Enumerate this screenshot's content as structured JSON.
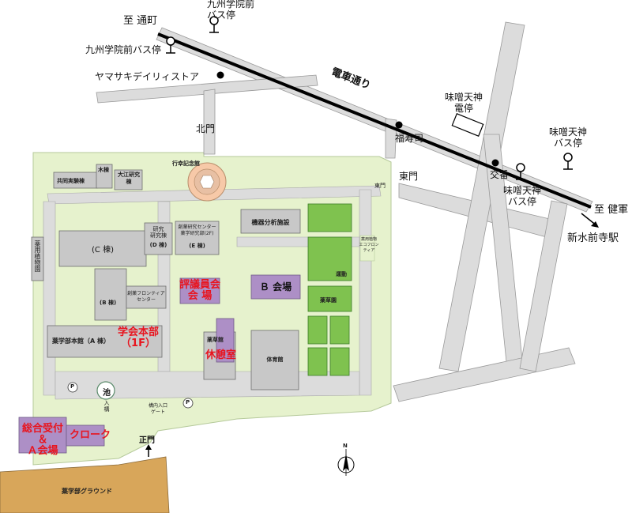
{
  "colors": {
    "campus": "#e6f2cd",
    "campus_edge": "#b5c99a",
    "road": "#dcdcdc",
    "road_edge": "#9a9a9a",
    "building": "#c8c8c8",
    "building_edge": "#6f6f6f",
    "venue": "#ad8fc6",
    "venue_edge": "#6e5a86",
    "field": "#7fc24f",
    "field_edge": "#3d7d28",
    "ground": "#d8a65a",
    "ground_edge": "#8a6a3a",
    "accent_red": "#e8141e",
    "tram_line": "#000000"
  },
  "street_labels": {
    "to_tsuboi": "至 通町",
    "tram_street": "電車通り",
    "to_kengun": "至 健軍",
    "shinsuizenji_station": "新水前寺駅"
  },
  "landmarks": {
    "bus_stop_kyushu_gakuin_top": "九州学院前\nバス停",
    "bus_stop_kyushu_gakuin_left": "九州学院前バス停",
    "yamasaki_store": "ヤマサキデイリィストア",
    "tram_stop": "味噌天神\n電停",
    "bus_stop_misoten_right": "味噌天神\nバス停",
    "bus_stop_misoten_lower": "味噌天神\nバス停",
    "fukujushi": "福寿司",
    "police_box": "交番"
  },
  "gates": {
    "north_gate": "北門",
    "east_gate": "東門",
    "east_gate_small": "東門",
    "main_gate": "正門"
  },
  "buildings": {
    "memorial_hall": "行幸記念館",
    "joint_lab": "共同実験棟",
    "wood_building": "木棟",
    "oe_lab": "大江研究\n棟",
    "c_building": "(C 棟)",
    "d_building": "(D 棟)",
    "d_detail": "研究\n研究棟",
    "e_building": "(E 棟)",
    "e_detail": "創薬研究センター\n薬学研究部(2F)",
    "instrument": "機器分析施設",
    "b_building": "(B 棟)",
    "frontier": "創薬フロンティア\nセンター",
    "main_building": "薬学部本館（A 棟）",
    "gym": "体育館",
    "kuyoukan": "薬草館",
    "zone_label": "運動",
    "hall_2": "薬草園",
    "pond": "池",
    "medicinal_garden_long": "薬用植物園",
    "eco_frontier": "薬用植物\nエコフロンティア",
    "ground": "薬学部グラウンド"
  },
  "venues": {
    "hq": "学会本部\n（1F）",
    "committee_room": "評議員会\n会 場",
    "b_venue": "Ｂ 会場",
    "rest_area": "休憩室",
    "reception": "総合受付＆\nＡ会場",
    "cloak": "クローク"
  },
  "entrance_signs": {
    "entrance_left": "入\n構",
    "entrance_right": "構内入口\nゲート"
  },
  "compass": {
    "north": "N"
  },
  "parking": {
    "symbol": "P"
  }
}
